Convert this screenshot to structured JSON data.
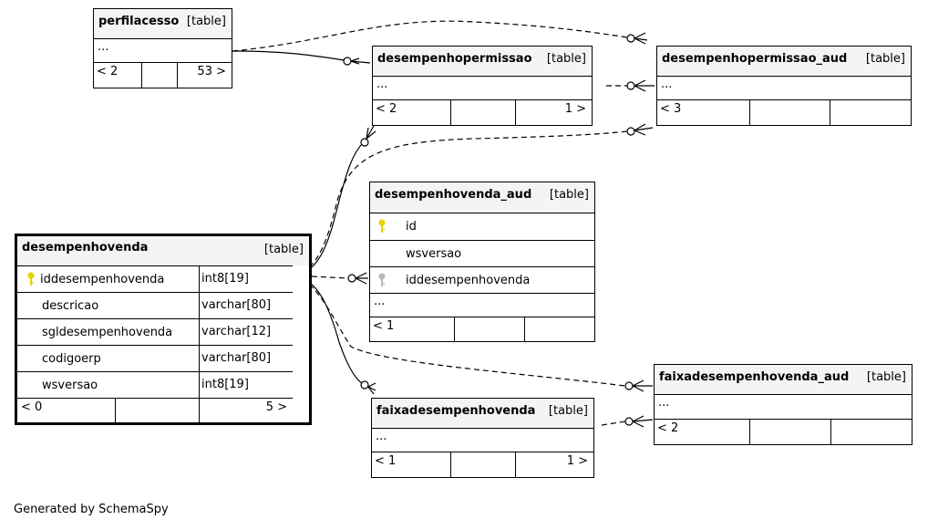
{
  "tables": {
    "perfilacesso": {
      "name": "perfilacesso",
      "type": "[table]",
      "ellipsis": "...",
      "parents": "< 2",
      "children": "53 >"
    },
    "desempenhopermissao": {
      "name": "desempenhopermissao",
      "type": "[table]",
      "ellipsis": "...",
      "parents": "< 2",
      "children": "1 >"
    },
    "desempenhopermissao_aud": {
      "name": "desempenhopermissao_aud",
      "type": "[table]",
      "ellipsis": "...",
      "parents": "< 3",
      "children": ""
    },
    "desempenhovenda_aud": {
      "name": "desempenhovenda_aud",
      "type": "[table]",
      "columns": [
        {
          "name": "id",
          "key": "primary"
        },
        {
          "name": "wsversao",
          "key": ""
        },
        {
          "name": "iddesempenhovenda",
          "key": "foreign"
        }
      ],
      "ellipsis": "...",
      "parents": "< 1",
      "children": ""
    },
    "desempenhovenda": {
      "name": "desempenhovenda",
      "type": "[table]",
      "columns": [
        {
          "name": "iddesempenhovenda",
          "type": "int8[19]",
          "key": "primary"
        },
        {
          "name": "descricao",
          "type": "varchar[80]",
          "key": ""
        },
        {
          "name": "sgldesempenhovenda",
          "type": "varchar[12]",
          "key": ""
        },
        {
          "name": "codigoerp",
          "type": "varchar[80]",
          "key": ""
        },
        {
          "name": "wsversao",
          "type": "int8[19]",
          "key": ""
        }
      ],
      "parents": "< 0",
      "children": "5 >"
    },
    "faixadesempenhovenda": {
      "name": "faixadesempenhovenda",
      "type": "[table]",
      "ellipsis": "...",
      "parents": "< 1",
      "children": "1 >"
    },
    "faixadesempenhovenda_aud": {
      "name": "faixadesempenhovenda_aud",
      "type": "[table]",
      "ellipsis": "...",
      "parents": "< 2",
      "children": ""
    }
  },
  "colors": {
    "primary_key": "#e8d200",
    "foreign_key": "#b8b8b8",
    "header_bg": "#f4f4f4"
  },
  "footer": "Generated by SchemaSpy"
}
